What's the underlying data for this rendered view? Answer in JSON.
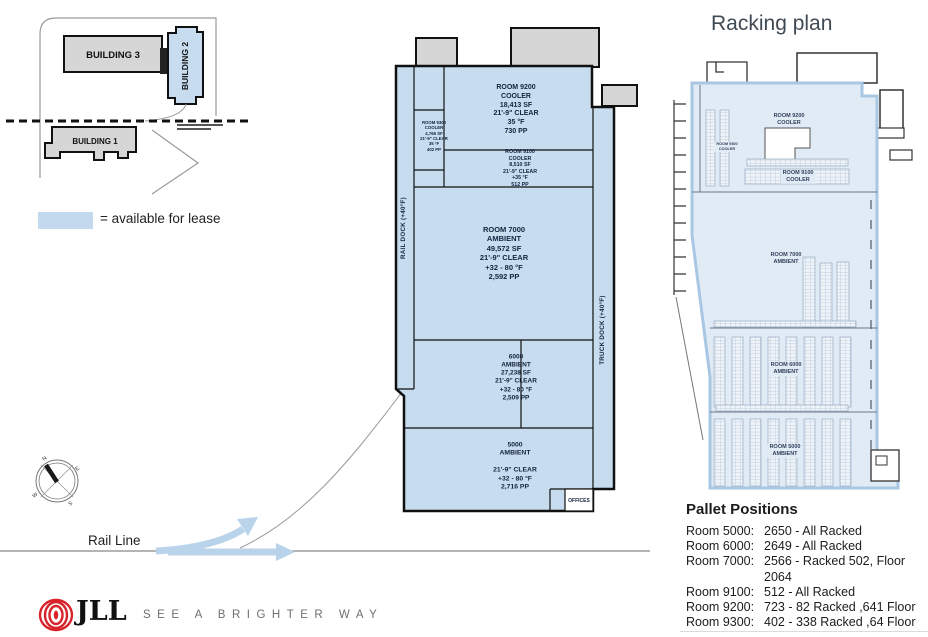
{
  "site_plan": {
    "building_1": "BUILDING 1",
    "building_2": "BUILDING 2",
    "building_3": "BUILDING 3"
  },
  "legend": {
    "label": "= available for lease"
  },
  "compass": {
    "n": "N",
    "e": "E",
    "s": "S",
    "w": "W"
  },
  "rail": {
    "label": "Rail Line"
  },
  "floor_plan": {
    "rail_dock_label": "RAIL DOCK (+40°F)",
    "truck_dock_label": "TRUCK DOCK (+40°F)",
    "offices_label": "OFFICES",
    "room_9300": "ROOM 9300\nCOOLER\n4,766 SF\n21'-9\" CLEAR\n35 °F\n402 PP",
    "room_9200": "ROOM 9200\nCOOLER\n18,413 SF\n21'-9\" CLEAR\n35 °F\n730 PP",
    "room_9100": "ROOM 9100\nCOOLER\n8,510 SF\n21'-9\" CLEAR\n+35 °F\n512 PP",
    "room_7000": "ROOM 7000\nAMBIENT\n49,572 SF\n21'-9\" CLEAR\n+32 - 80 °F\n2,592 PP",
    "room_6000": "6000\nAMBIENT\n27,238 SF\n21'-9\" CLEAR\n+32 - 80 °F\n2,509 PP",
    "room_5000": "5000\nAMBIENT\n\n21'-9\" CLEAR\n+32 - 80 °F\n2,716 PP"
  },
  "racking_plan": {
    "title": "Racking plan",
    "room_9200": "ROOM 9200\nCOOLER",
    "room_9300": "ROOM 9300\nCOOLER",
    "room_9100": "ROOM 9100\nCOOLER",
    "room_7000": "ROOM 7000\nAMBIENT",
    "room_6000": "ROOM 6000\nAMBIENT",
    "room_5000": "ROOM 5000\nAMBIENT"
  },
  "pallet_positions": {
    "title": "Pallet Positions",
    "rows": [
      {
        "room": "Room 5000:",
        "value": "2650 - All Racked"
      },
      {
        "room": "Room 6000:",
        "value": "2649 - All Racked"
      },
      {
        "room": "Room 7000:",
        "value": "2566 - Racked 502, Floor 2064"
      },
      {
        "room": "Room 9100:",
        "value": "512 - All Racked"
      },
      {
        "room": "Room 9200:",
        "value": "723 - 82 Racked ,641 Floor"
      },
      {
        "room": "Room 9300:",
        "value": "402 - 338 Racked ,64 Floor"
      }
    ]
  },
  "footer": {
    "brand": "JLL",
    "tagline": "SEE A BRIGHTER WAY"
  },
  "colors": {
    "available_fill": "#c7dcef",
    "racking_fill": "#e0ebf6",
    "building_gray": "#d6d6d6",
    "jll_red": "#d8232a",
    "arrow_blue": "#b9d3ea"
  }
}
